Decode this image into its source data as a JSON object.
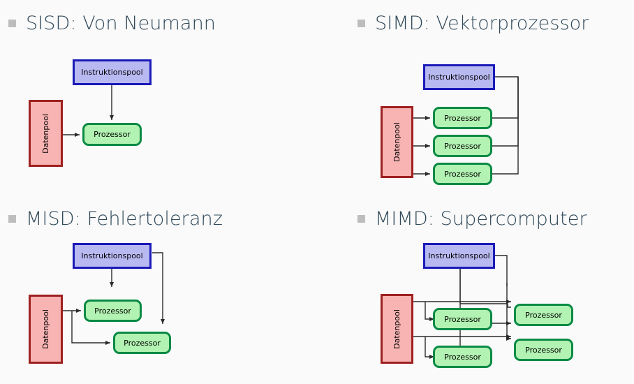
{
  "slide": {
    "background_color": "#fafafa",
    "bullet_color": "#bdbdbd",
    "title_color": "#2f4858",
    "palette": {
      "instruction_fill": "#b9b9f2",
      "instruction_border": "#1a1ab8",
      "data_fill": "#f8b3b3",
      "data_border": "#9e2020",
      "processor_fill": "#b2f2b2",
      "processor_border": "#0a8a45",
      "arrow_color": "#2a2a2a"
    }
  },
  "labels": {
    "instruction_pool": "Instruktionspool",
    "data_pool": "Datenpool",
    "processor": "Prozessor"
  },
  "quadrants": [
    {
      "id": "sisd",
      "title": "SISD: Von Neumann",
      "instruction_pools": 1,
      "data_pools": 1,
      "processors": 1
    },
    {
      "id": "simd",
      "title": "SIMD: Vektorprozessor",
      "instruction_pools": 1,
      "data_pools": 1,
      "processors": 3
    },
    {
      "id": "misd",
      "title": "MISD: Fehlertoleranz",
      "instruction_pools": 1,
      "data_pools": 1,
      "processors": 2
    },
    {
      "id": "mimd",
      "title": "MIMD: Supercomputer",
      "instruction_pools": 1,
      "data_pools": 1,
      "processors": 4
    }
  ]
}
